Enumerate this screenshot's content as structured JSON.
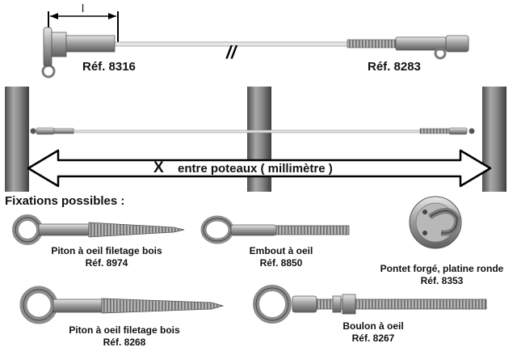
{
  "top_assembly": {
    "dimension_symbol": "l",
    "left_ref": "Réf. 8316",
    "right_ref": "Réf. 8283",
    "break_symbol": "//"
  },
  "posts_section": {
    "x_symbol": "X",
    "distance_label": "entre poteaux ( millimètre )"
  },
  "fixations": {
    "heading": "Fixations possibles :",
    "items": [
      {
        "name": "Piton à oeil filetage bois",
        "ref": "Réf. 8974"
      },
      {
        "name": "Embout à oeil",
        "ref": "Réf. 8850"
      },
      {
        "name": "Pontet forgé, platine ronde",
        "ref": "Réf. 8353"
      },
      {
        "name": "Piton à oeil filetage bois",
        "ref": "Réf. 8268"
      },
      {
        "name": "Boulon à oeil",
        "ref": "Réf. 8267"
      }
    ]
  },
  "colors": {
    "metal": "#9a9a9a",
    "metal_dark": "#5e5e5e",
    "post": "#7a7a7a",
    "cable": "#cfcfcf",
    "outline": "#000000"
  }
}
